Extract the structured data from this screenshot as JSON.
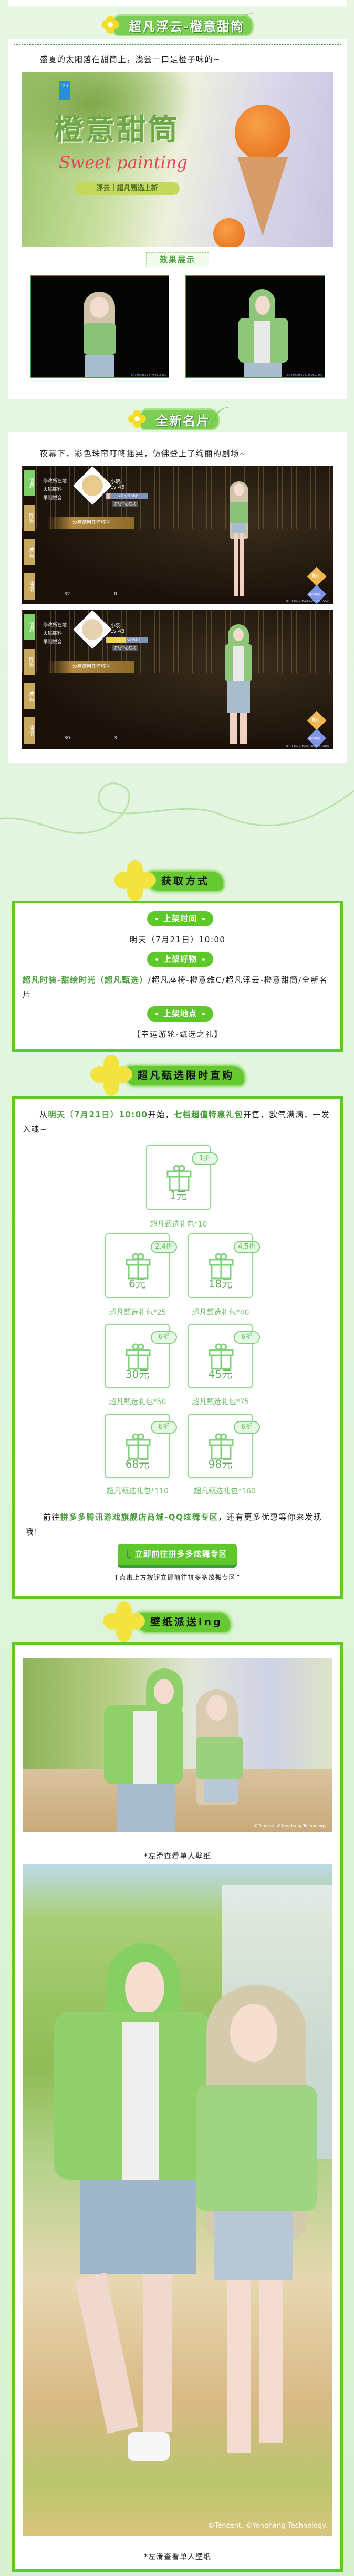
{
  "sections": {
    "s1_title": "超凡浮云-橙意甜筒",
    "s1_text": "盛夏的太阳落在甜筒上，浅尝一口是橙子味的~",
    "s1_banner": {
      "title": "橙意甜筒",
      "script": "Sweet painting",
      "subtitle": "浮云丨超凡甄选上新",
      "age": "12+"
    },
    "s1_effect_label": "效果展示",
    "s1_photo_ids": [
      "ID:3397985944753815552",
      "ID:3397985940459110400"
    ],
    "s2_title": "全新名片",
    "s2_text": "夜幕下，彩色珠帘叮咚摇晃，仿佛登上了绚丽的剧场~",
    "namecard_common": {
      "side_tabs": [
        "信息",
        "图鉴",
        "成就",
        "伴侣"
      ],
      "rows": [
        "修改所在地",
        "火锅底料",
        "录制悦音"
      ],
      "badge": "游戏中心启动",
      "title": "没有使用任何称号",
      "save": "保存",
      "exit": "退出预览"
    },
    "namecards": [
      {
        "name": "小璐",
        "level": "Lv 45",
        "exp": "705/9368",
        "likes": "32",
        "flowers": "0",
        "id": "ID:3397985944753815552"
      },
      {
        "name": "小羽",
        "level": "Lv 43",
        "exp": "4105/8501",
        "likes": "30",
        "flowers": "3",
        "id": "ID:3397985940459110400"
      }
    ]
  },
  "acquire": {
    "heading": "获取方式",
    "time_label": "上架时间",
    "time_value": "明天（7月21日）10:00",
    "items_label": "上架好物",
    "items_highlight": "超凡时装-甜绘时光（超凡甄选）",
    "items_rest": "/超凡座椅-橙意维C/超凡浮云-橙意甜筒/全新名片",
    "place_label": "上架地点",
    "place_value": "【幸运游轮-甄选之礼】"
  },
  "shop": {
    "heading": "超凡甄选限时直购",
    "intro": {
      "p1": "从",
      "g1": "明天（7月21日）10:00",
      "p2": "开始，",
      "g2": "七档超值特惠礼包",
      "p3": "开售，欧气满满，一发入魂~"
    },
    "gifts": [
      {
        "price": "1元",
        "discount": "1折",
        "label": "超凡甄选礼包*10"
      },
      {
        "price": "6元",
        "discount": "2.4折",
        "label": "超凡甄选礼包*25"
      },
      {
        "price": "18元",
        "discount": "4.5折",
        "label": "超凡甄选礼包*40"
      },
      {
        "price": "30元",
        "discount": "6折",
        "label": "超凡甄选礼包*50"
      },
      {
        "price": "45元",
        "discount": "6折",
        "label": "超凡甄选礼包*75"
      },
      {
        "price": "68元",
        "discount": "6折",
        "label": "超凡甄选礼包*110"
      },
      {
        "price": "98元",
        "discount": "6折",
        "label": "超凡甄选礼包*160"
      }
    ],
    "outro": {
      "p1": "前往",
      "g1": "拼多多腾讯游戏旗舰店商城-QQ炫舞专区",
      "p2": "，还有更多优惠等你来发现哦！"
    },
    "button": "立即前往拼多多炫舞专区",
    "note": "↑点击上方按钮立即前往拼多多炫舞专区↑"
  },
  "wallpaper": {
    "heading": "壁纸派送ing",
    "caption1": "*左滑查看单人壁纸",
    "caption2": "*左滑查看单人壁纸",
    "copyright": "©Tencent. ©Yonghang Technology."
  },
  "colors": {
    "accent": "#5fc926",
    "text_green": "#4a9e3c",
    "flower": "#f2e33e"
  }
}
